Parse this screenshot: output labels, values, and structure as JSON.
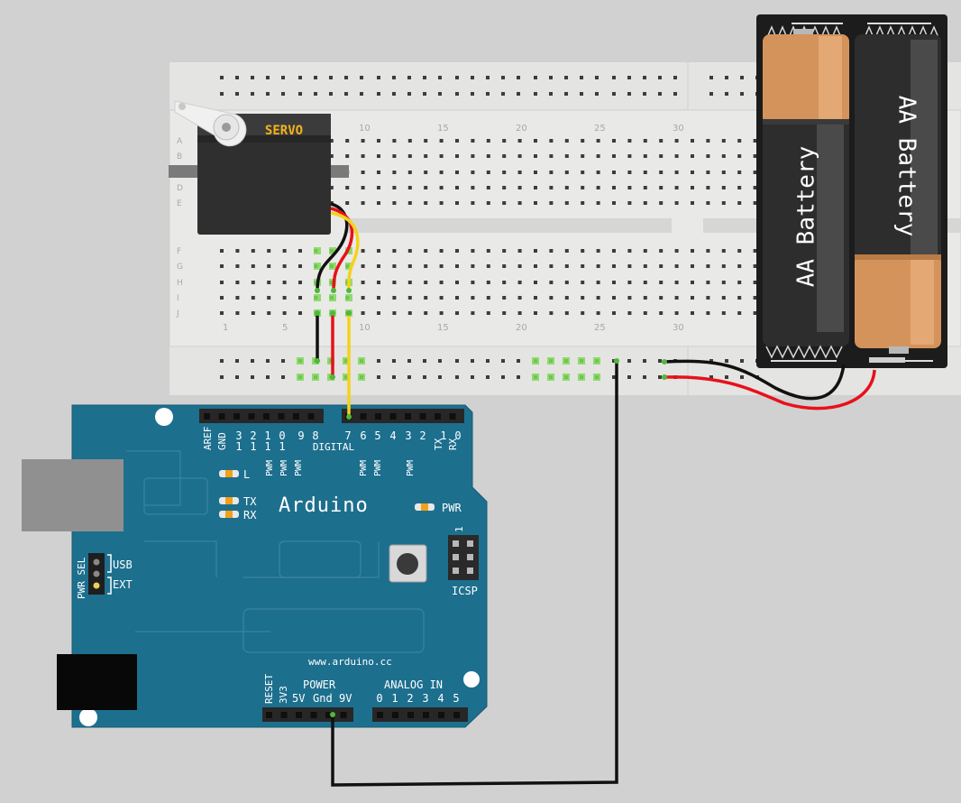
{
  "servo": {
    "label": "SERVO"
  },
  "breadboard": {
    "column_numbers": [
      "1",
      "5",
      "10",
      "15",
      "20",
      "25",
      "30"
    ],
    "row_letters_top": [
      "A",
      "B",
      "C",
      "D",
      "E"
    ],
    "row_letters_bottom": [
      "F",
      "G",
      "H",
      "I",
      "J"
    ]
  },
  "battery": {
    "cells": [
      "AA Battery",
      "AA Battery"
    ]
  },
  "arduino": {
    "name": "Arduino",
    "website": "www.arduino.cc",
    "aref": "AREF",
    "gnd": "GND",
    "digital_label": "DIGITAL",
    "digital_high_tens": [
      "1",
      "1",
      "1",
      "1"
    ],
    "digital_high_units": [
      "3",
      "2",
      "1",
      "0"
    ],
    "digital_low": [
      "9",
      "8",
      "7",
      "6",
      "5",
      "4",
      "3",
      "2"
    ],
    "tx_pin": "TX",
    "rx_pin": "RX",
    "tx_pin_num": "1",
    "rx_pin_num": "0",
    "pwm": "PWM",
    "led_l": "L",
    "led_tx": "TX",
    "led_rx": "RX",
    "pwr_led": "PWR",
    "pwr_sel": "PWR SEL",
    "usb": "USB",
    "ext": "EXT",
    "icsp": "ICSP",
    "icsp_pin1": "1",
    "reset": "RESET",
    "v3": "3V3",
    "power_label": "POWER",
    "power_pins": [
      "5V",
      "Gnd",
      "9V"
    ],
    "analog_label": "ANALOG IN",
    "analog_pins": [
      "0",
      "1",
      "2",
      "3",
      "4",
      "5"
    ]
  },
  "colors": {
    "breadboard": "#e8e8e6",
    "arduino_board": "#1d6f8e",
    "wire_black": "#111111",
    "wire_red": "#e8111a",
    "wire_yellow": "#f4d21a",
    "battery_copper": "#d4935a"
  }
}
